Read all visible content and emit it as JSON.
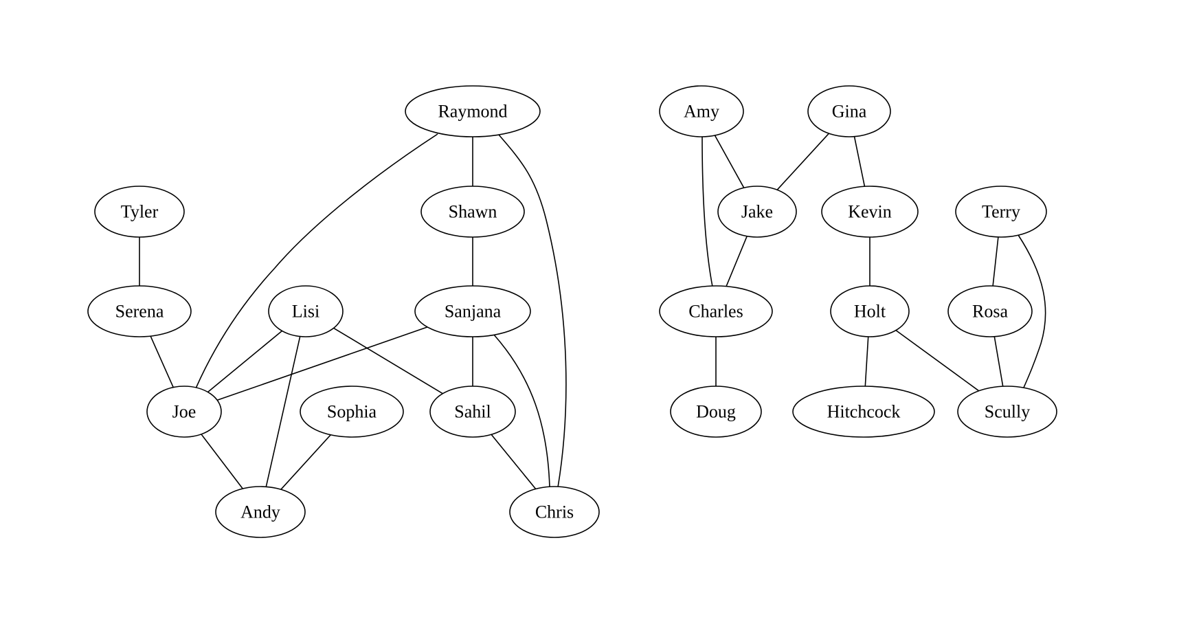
{
  "diagram": {
    "nodes": [
      {
        "id": "raymond",
        "label": "Raymond"
      },
      {
        "id": "shawn",
        "label": "Shawn"
      },
      {
        "id": "tyler",
        "label": "Tyler"
      },
      {
        "id": "serena",
        "label": "Serena"
      },
      {
        "id": "lisi",
        "label": "Lisi"
      },
      {
        "id": "sanjana",
        "label": "Sanjana"
      },
      {
        "id": "joe",
        "label": "Joe"
      },
      {
        "id": "sophia",
        "label": "Sophia"
      },
      {
        "id": "sahil",
        "label": "Sahil"
      },
      {
        "id": "andy",
        "label": "Andy"
      },
      {
        "id": "chris",
        "label": "Chris"
      },
      {
        "id": "amy",
        "label": "Amy"
      },
      {
        "id": "gina",
        "label": "Gina"
      },
      {
        "id": "jake",
        "label": "Jake"
      },
      {
        "id": "kevin",
        "label": "Kevin"
      },
      {
        "id": "terry",
        "label": "Terry"
      },
      {
        "id": "charles",
        "label": "Charles"
      },
      {
        "id": "holt",
        "label": "Holt"
      },
      {
        "id": "rosa",
        "label": "Rosa"
      },
      {
        "id": "doug",
        "label": "Doug"
      },
      {
        "id": "hitchcock",
        "label": "Hitchcock"
      },
      {
        "id": "scully",
        "label": "Scully"
      }
    ],
    "edges": [
      {
        "from": "raymond",
        "to": "shawn"
      },
      {
        "from": "raymond",
        "to": "joe"
      },
      {
        "from": "raymond",
        "to": "chris"
      },
      {
        "from": "shawn",
        "to": "sanjana"
      },
      {
        "from": "tyler",
        "to": "serena"
      },
      {
        "from": "serena",
        "to": "joe"
      },
      {
        "from": "lisi",
        "to": "joe"
      },
      {
        "from": "lisi",
        "to": "andy"
      },
      {
        "from": "lisi",
        "to": "sahil"
      },
      {
        "from": "sanjana",
        "to": "joe"
      },
      {
        "from": "sanjana",
        "to": "sahil"
      },
      {
        "from": "sanjana",
        "to": "chris"
      },
      {
        "from": "joe",
        "to": "andy"
      },
      {
        "from": "sophia",
        "to": "andy"
      },
      {
        "from": "sahil",
        "to": "chris"
      },
      {
        "from": "amy",
        "to": "jake"
      },
      {
        "from": "amy",
        "to": "charles"
      },
      {
        "from": "gina",
        "to": "jake"
      },
      {
        "from": "gina",
        "to": "kevin"
      },
      {
        "from": "jake",
        "to": "charles"
      },
      {
        "from": "kevin",
        "to": "holt"
      },
      {
        "from": "terry",
        "to": "rosa"
      },
      {
        "from": "terry",
        "to": "scully"
      },
      {
        "from": "charles",
        "to": "doug"
      },
      {
        "from": "holt",
        "to": "hitchcock"
      },
      {
        "from": "holt",
        "to": "scully"
      },
      {
        "from": "rosa",
        "to": "scully"
      }
    ]
  }
}
